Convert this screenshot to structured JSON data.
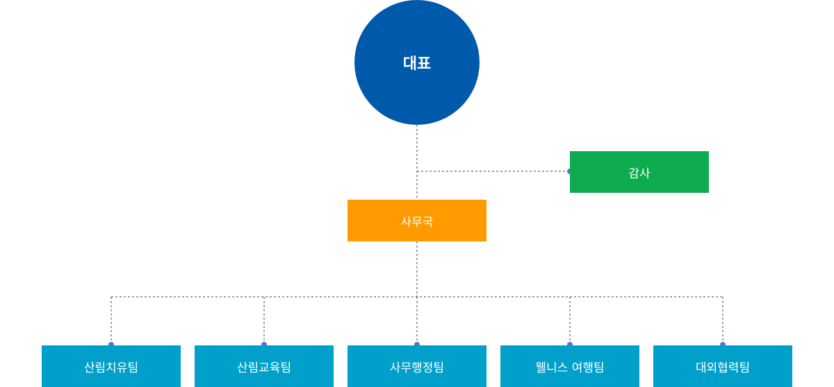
{
  "colors": {
    "ceo": "#005aab",
    "audit": "#0fab4f",
    "secretariat": "#ff9b00",
    "team": "#00a0cb",
    "connector": "#444444",
    "dot": "#4a7cc4"
  },
  "ceo": {
    "label": "대표"
  },
  "audit": {
    "label": "감사"
  },
  "secretariat": {
    "label": "사무국"
  },
  "teams": [
    {
      "label": "산림치유팀"
    },
    {
      "label": "산림교육팀"
    },
    {
      "label": "사무행정팀"
    },
    {
      "label": "웰니스 여행팀"
    },
    {
      "label": "대외협력팀"
    }
  ]
}
